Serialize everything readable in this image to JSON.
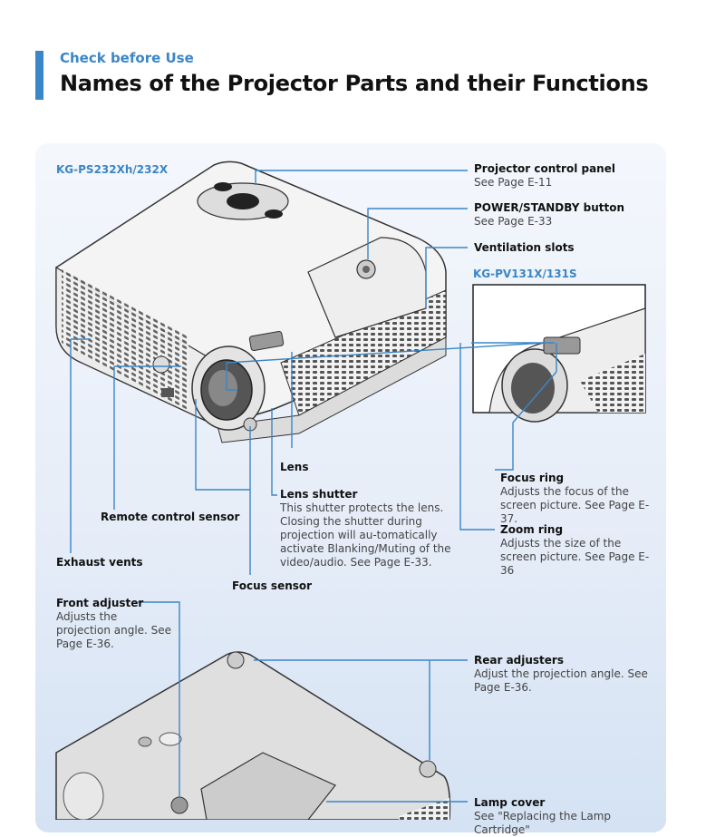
{
  "header": {
    "subtitle": "Check before Use",
    "title": "Names of the Projector Parts and their Functions"
  },
  "models": {
    "main": "KG-PS232Xh/232X",
    "inset": "KG-PV131X/131S"
  },
  "labels": {
    "control_panel": {
      "title": "Projector control panel",
      "desc": "See Page E-11"
    },
    "power_button": {
      "title": "POWER/STANDBY button",
      "desc": "See Page E-33"
    },
    "ventilation": {
      "title": "Ventilation slots"
    },
    "lens": {
      "title": "Lens"
    },
    "lens_shutter": {
      "title": "Lens shutter",
      "desc": "This shutter protects the lens. Closing the shutter during projection will au-tomatically activate Blanking/Muting of the video/audio. See Page E-33."
    },
    "remote_sensor": {
      "title": "Remote control sensor"
    },
    "exhaust": {
      "title": "Exhaust vents"
    },
    "focus_sensor": {
      "title": "Focus sensor"
    },
    "focus_ring": {
      "title": "Focus ring",
      "desc": "Adjusts the focus of the screen picture. See Page E-37."
    },
    "zoom_ring": {
      "title": "Zoom ring",
      "desc": "Adjusts the size of the screen picture. See Page E-36"
    },
    "front_adjuster": {
      "title": "Front adjuster",
      "desc": "Adjusts the projection angle. See Page E-36."
    },
    "rear_adjusters": {
      "title": "Rear adjusters",
      "desc": "Adjust the projection angle. See Page E-36."
    },
    "lamp_cover": {
      "title": "Lamp cover",
      "desc": "See \"Replacing the Lamp Cartridge\""
    }
  },
  "colors": {
    "accent": "#3b86c6",
    "leader": "#3b86c6"
  }
}
